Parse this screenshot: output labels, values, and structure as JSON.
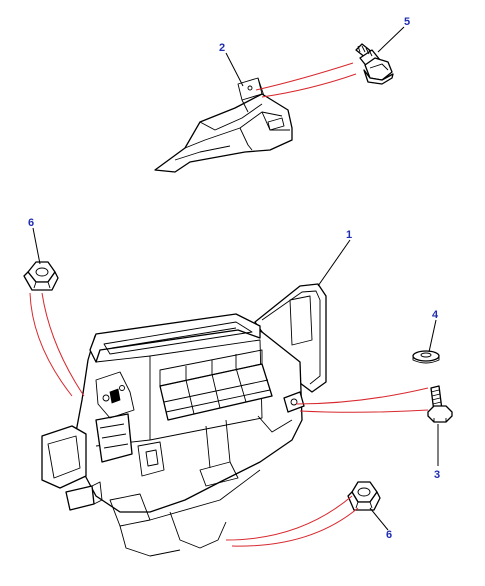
{
  "diagram": {
    "style": {
      "callout_color": "#1f2db0",
      "reference_line_color": "#d8282e",
      "line_color": "#000000"
    },
    "parts": [
      {
        "id": "heater-housing",
        "label": "1",
        "icon": "heater-box-assembly"
      },
      {
        "id": "bracket",
        "label": "2",
        "icon": "mounting-bracket"
      },
      {
        "id": "bolt-lower",
        "label": "3",
        "icon": "flanged-bolt"
      },
      {
        "id": "washer",
        "label": "4",
        "icon": "flat-washer"
      },
      {
        "id": "bolt-upper",
        "label": "5",
        "icon": "flanged-bolt"
      },
      {
        "id": "nut-left",
        "label": "6",
        "icon": "flanged-nut"
      },
      {
        "id": "nut-right",
        "label": "6",
        "icon": "flanged-nut"
      }
    ]
  }
}
